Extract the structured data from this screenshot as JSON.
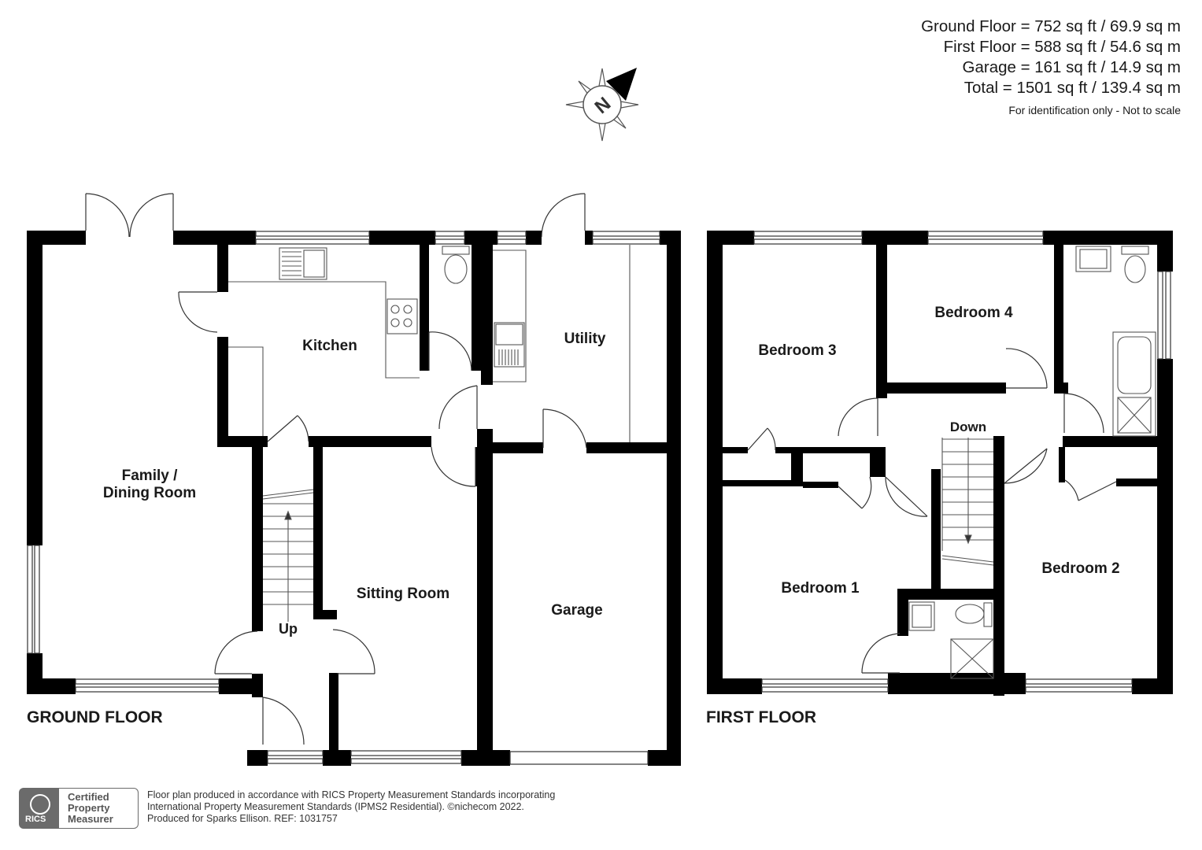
{
  "areas": {
    "ground_floor": "Ground Floor = 752 sq ft / 69.9 sq m",
    "first_floor": "First Floor = 588 sq ft / 54.6 sq m",
    "garage": "Garage = 161 sq ft / 14.9 sq m",
    "total": "Total = 1501 sq ft / 139.4 sq m",
    "note": "For identification only - Not to scale"
  },
  "compass": {
    "letter": "N",
    "icon": "north-arrow-icon"
  },
  "ground_floor": {
    "label": "GROUND FLOOR",
    "rooms": {
      "family_line1": "Family /",
      "family_line2": "Dining Room",
      "kitchen": "Kitchen",
      "utility": "Utility",
      "sitting_room": "Sitting Room",
      "garage": "Garage",
      "stairs_up": "Up"
    }
  },
  "first_floor": {
    "label": "FIRST FLOOR",
    "rooms": {
      "bedroom1": "Bedroom 1",
      "bedroom2": "Bedroom 2",
      "bedroom3": "Bedroom 3",
      "bedroom4": "Bedroom 4",
      "stairs_down": "Down"
    }
  },
  "badge": {
    "line1": "Certified",
    "line2": "Property",
    "line3": "Measurer",
    "logo_word": "RICS"
  },
  "footer": {
    "line1": "Floor plan produced in accordance with RICS Property Measurement Standards incorporating",
    "line2": "International Property Measurement Standards (IPMS2 Residential).   ©nichecom 2022.",
    "line3": "Produced for Sparks Ellison.   REF: 1031757"
  },
  "colors": {
    "wall": "#000000",
    "fixture": "#555555",
    "text": "#1a1a1a"
  }
}
